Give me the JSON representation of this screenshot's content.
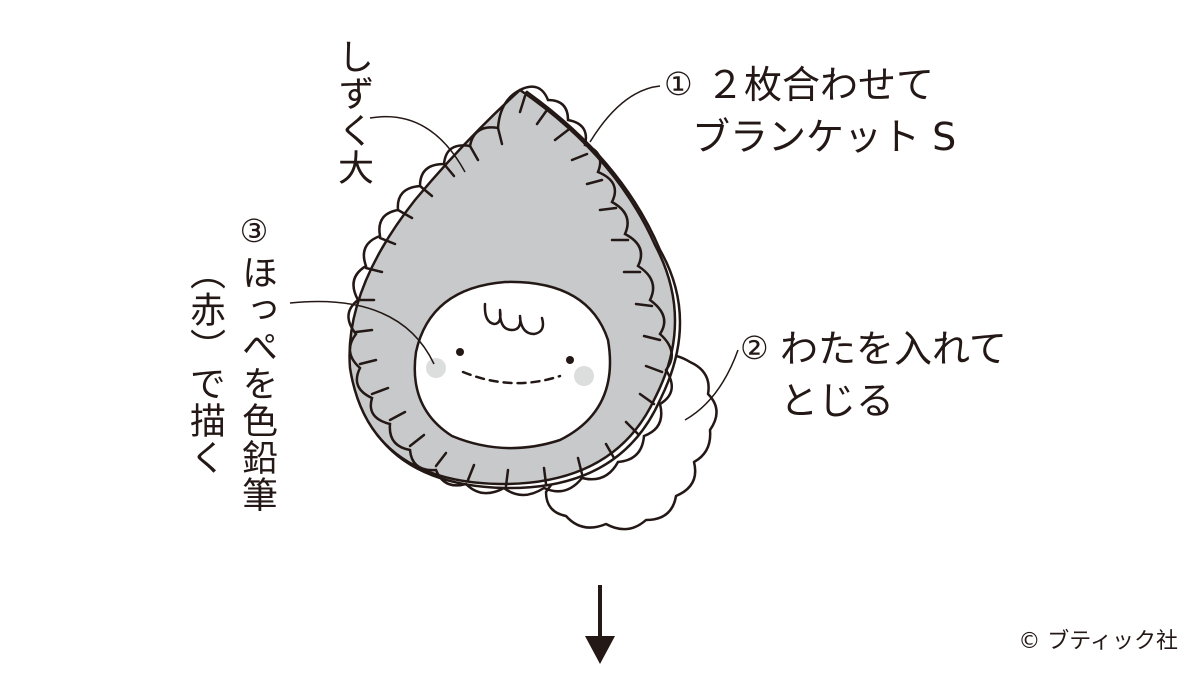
{
  "labels": {
    "drop_size": "しずく大",
    "step1_num": "①",
    "step1_line1": "２枚合わせて",
    "step1_line2": "ブランケット S",
    "step2_num": "②",
    "step2_line1": "わたを入れて",
    "step2_line2": "とじる",
    "step3_num": "③",
    "step3_line1": "ほっぺを色鉛筆",
    "step3_line2": "（赤）で描く"
  },
  "credit": "© ブティック社",
  "colors": {
    "felt_gray": "#c8c9ca",
    "outline": "#231815",
    "cheek": "#dcdddd",
    "background": "#ffffff"
  },
  "icons": {
    "down_arrow": "arrow-down-icon"
  }
}
